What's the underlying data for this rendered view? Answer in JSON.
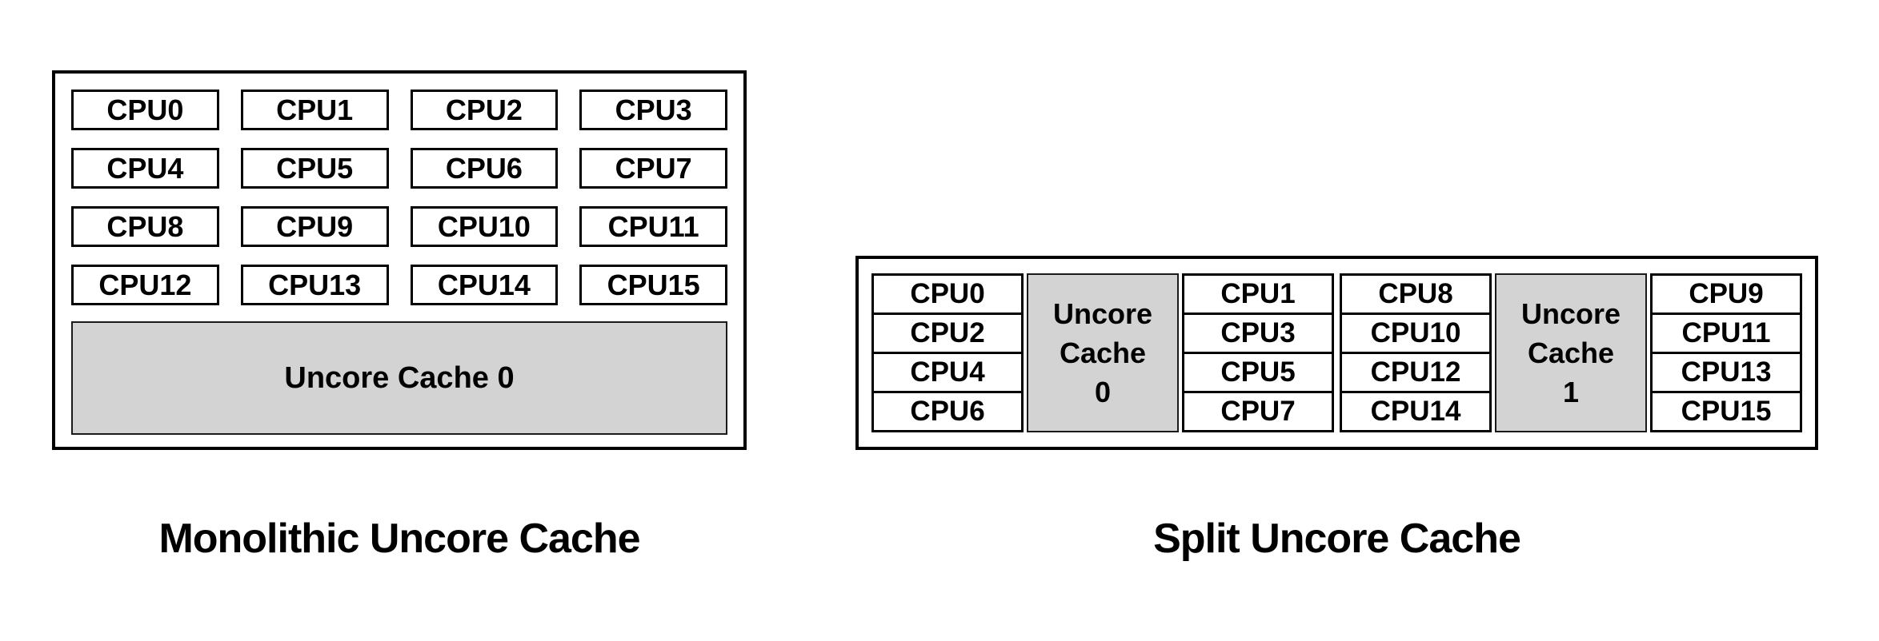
{
  "colors": {
    "background": "#ffffff",
    "border": "#000000",
    "cache_fill": "#d3d3d3",
    "text": "#000000"
  },
  "monolithic": {
    "caption": "Monolithic Uncore Cache",
    "cache_label": "Uncore Cache 0",
    "cpu_grid": [
      [
        "CPU0",
        "CPU1",
        "CPU2",
        "CPU3"
      ],
      [
        "CPU4",
        "CPU5",
        "CPU6",
        "CPU7"
      ],
      [
        "CPU8",
        "CPU9",
        "CPU10",
        "CPU11"
      ],
      [
        "CPU12",
        "CPU13",
        "CPU14",
        "CPU15"
      ]
    ]
  },
  "split": {
    "caption": "Split Uncore Cache",
    "clusters": [
      {
        "left_cpus": [
          "CPU0",
          "CPU2",
          "CPU4",
          "CPU6"
        ],
        "cache_label_lines": [
          "Uncore",
          "Cache",
          "0"
        ],
        "right_cpus": [
          "CPU1",
          "CPU3",
          "CPU5",
          "CPU7"
        ]
      },
      {
        "left_cpus": [
          "CPU8",
          "CPU10",
          "CPU12",
          "CPU14"
        ],
        "cache_label_lines": [
          "Uncore",
          "Cache",
          "1"
        ],
        "right_cpus": [
          "CPU9",
          "CPU11",
          "CPU13",
          "CPU15"
        ]
      }
    ]
  }
}
